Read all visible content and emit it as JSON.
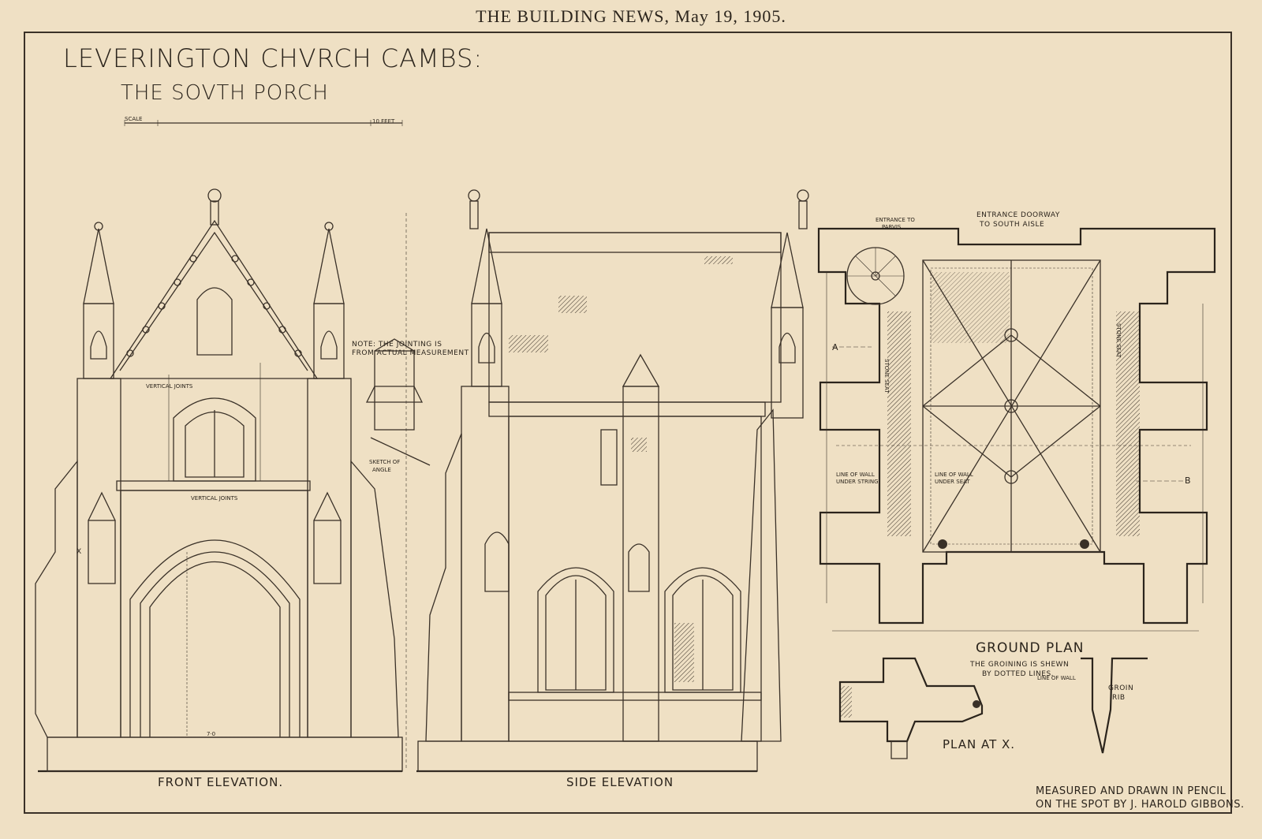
{
  "masthead": "THE BUILDING NEWS, May 19, 1905.",
  "title": {
    "line1": "LEVERINGTON CHVRCH CAMBS:",
    "line2": "THE SOVTH PORCH"
  },
  "scale_label": "SCALE",
  "scale_end": "10 FEET",
  "notes": {
    "jointing": "NOTE: THE JOINTING IS",
    "jointing2": "FROM ACTUAL MEASUREMENT",
    "sketch": "SKETCH OF",
    "sketch2": "ANGLE",
    "vertical_joints_1": "VERTICAL JOINTS",
    "vertical_joints_2": "VERTICAL JOINTS",
    "mark_x": "X",
    "width_dim": "7·0"
  },
  "plan_labels": {
    "entrance_parvis": "ENTRANCE TO",
    "entrance_parvis2": "PARVIS",
    "entrance_doorway": "ENTRANCE DOORWAY",
    "entrance_doorway2": "TO SOUTH AISLE",
    "stone_seat_left": "STONE SEAT",
    "stone_seat_right": "STONE SEAT",
    "line_wall_string": "LINE OF WALL",
    "line_wall_string2": "UNDER STRING",
    "line_wall_seat": "LINE OF WALL",
    "line_wall_seat2": "UNDER SEAT",
    "mark_a": "A",
    "mark_b": "B"
  },
  "ground_plan": {
    "title": "GROUND PLAN",
    "note1": "THE GROINING IS SHEWN",
    "note2": "BY DOTTED LINES.",
    "line_of_wall": "LINE OF WALL",
    "groin": "GROIN",
    "rib": "RIB",
    "plan_at_x": "PLAN AT X."
  },
  "captions": {
    "front": "FRONT ELEVATION.",
    "side": "SIDE ELEVATION"
  },
  "credit": {
    "line1": "MEASURED AND DRAWN IN PENCIL",
    "line2": "ON THE SPOT BY J. HAROLD GIBBONS."
  }
}
